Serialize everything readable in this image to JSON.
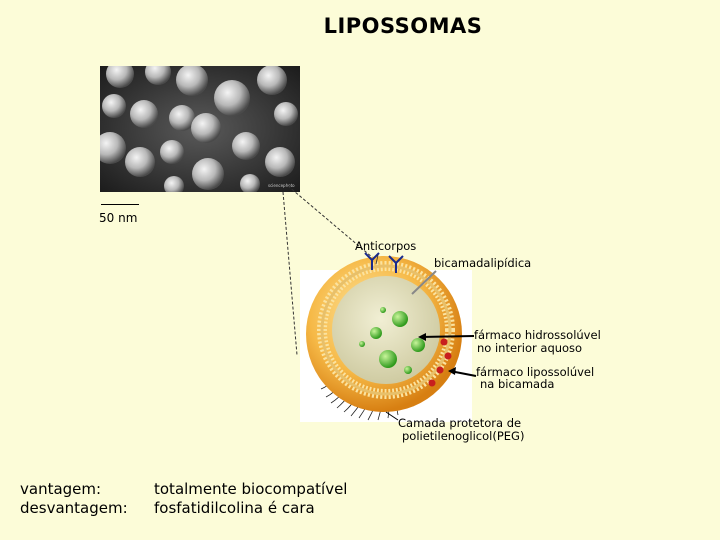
{
  "title": "LIPOSSOMAS",
  "micrograph": {
    "scale_label": "50 nm",
    "watermark": "sciencephoto"
  },
  "diagram_labels": {
    "antibodies": "Anticorpos",
    "lipid_bilayer": "bicamadalipídica",
    "hydrophilic_drug_1": "fármaco hidrossolúvel",
    "hydrophilic_drug_2": "no interior aquoso",
    "lipophilic_drug_1": "fármaco lipossolúvel",
    "lipophilic_drug_2": "na bicamada",
    "peg_1": "Camada protetora de",
    "peg_2": "polietilenoglicol(PEG)"
  },
  "footer": {
    "advantage_label": "vantagem:",
    "advantage_value": "totalmente biocompatível",
    "disadvantage_label": "desvantagem:",
    "disadvantage_value": "fosfatidilcolina é cara"
  },
  "colors": {
    "background": "#fcfcd8",
    "liposome_orange": "#f2a530",
    "liposome_light": "#fcd77a",
    "interior": "#e6e4c2",
    "drug_green": "#3fbf2a",
    "drug_red": "#c81e1e",
    "antibody_blue": "#1a2a8c"
  }
}
